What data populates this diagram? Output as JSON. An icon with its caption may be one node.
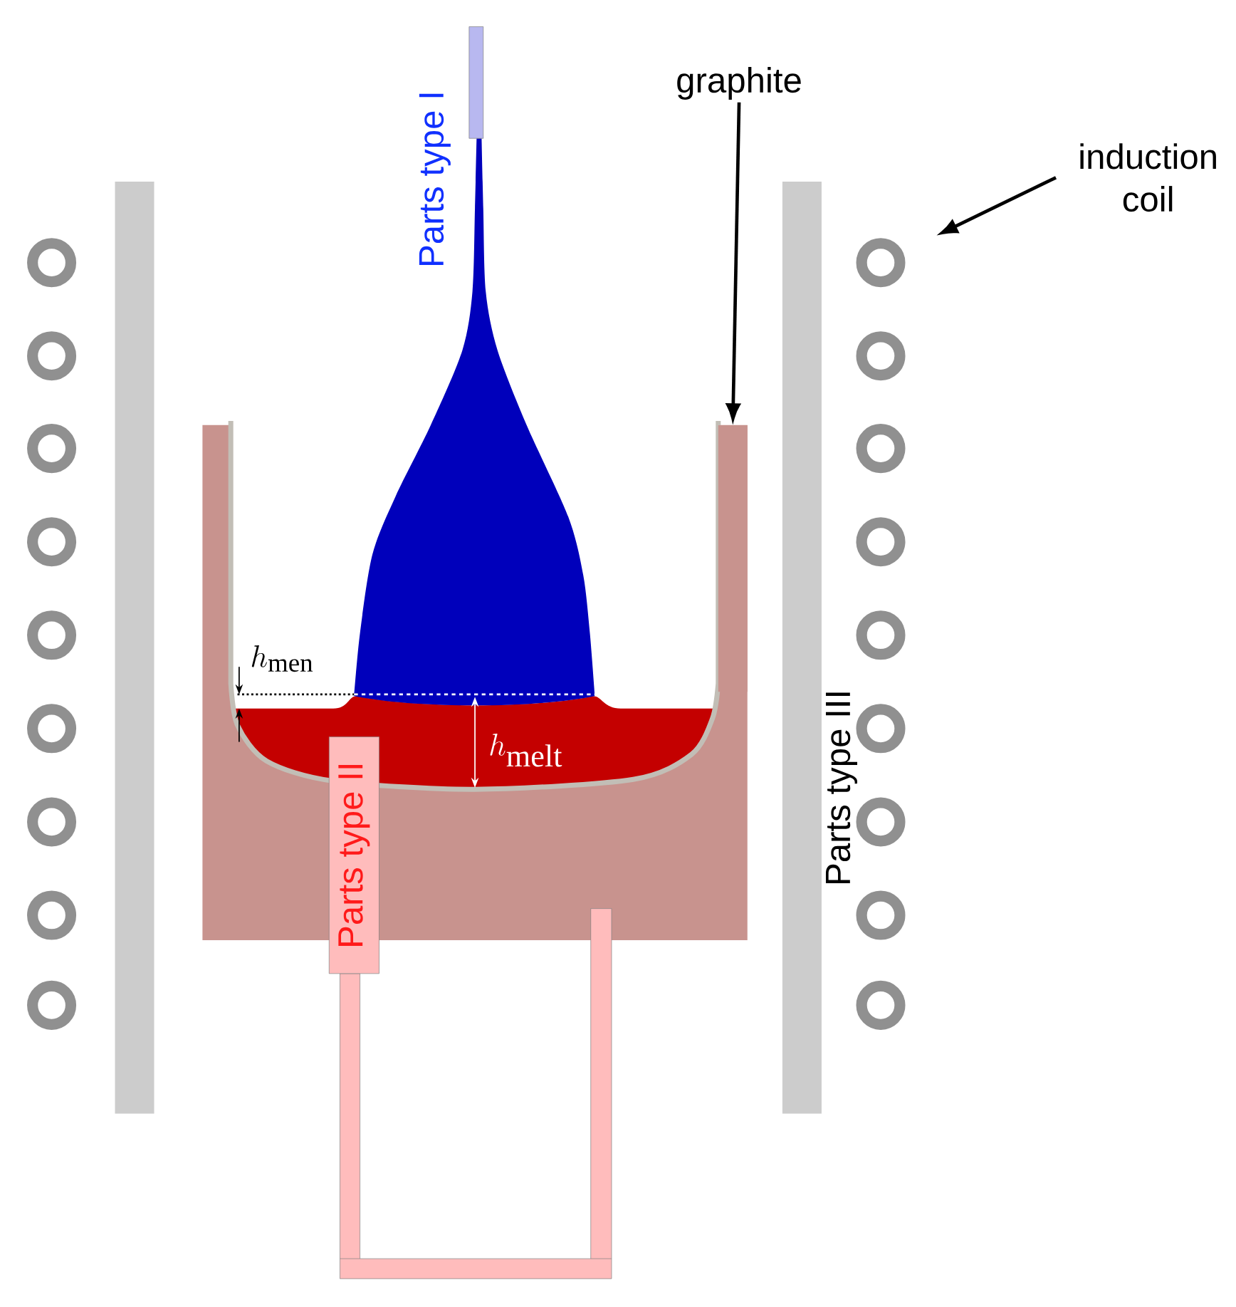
{
  "diagram": {
    "nodes": [
      {
        "text": [
          "graphite"
        ]
      },
      {
        "text": [],
        "shape": "box"
      },
      {
        "text": [
          "induction coil"
        ]
      },
      {
        "text": [],
        "shape": "circle"
      },
      {
        "text": [
          "Parts type II"
        ]
      }
    ],
    "edges": [
      {
        "from": 0,
        "to": 1,
        "arrow": "to"
      },
      {
        "from": 2,
        "to": 3,
        "arrow": "to"
      }
    ],
    "labels": [
      "Parts type I",
      "h_{\\mathrm{men}}",
      "h_{\\mathrm{melt}}",
      "Parts type III"
    ]
  }
}
